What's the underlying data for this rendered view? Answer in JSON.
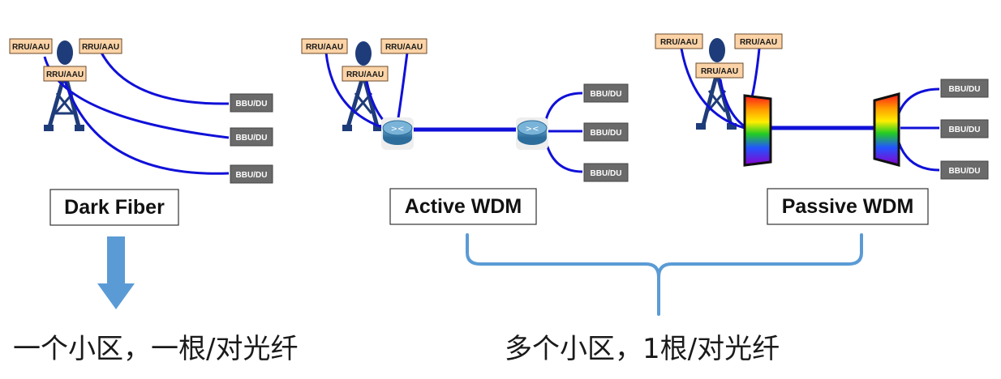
{
  "labels": {
    "rru": "RRU/AAU",
    "bbu": "BBU/DU"
  },
  "sections": {
    "dark_fiber": {
      "title": "Dark Fiber"
    },
    "active_wdm": {
      "title": "Active WDM"
    },
    "passive_wdm": {
      "title": "Passive WDM"
    }
  },
  "captions": {
    "left": "一个小区，一根/对光纤",
    "right": "多个小区，1根/对光纤"
  },
  "colors": {
    "fiber": "#1010d8",
    "tower": "#1f3c7a",
    "rru_fill": "#fbd3a6",
    "bbu_fill": "#6a6a6a",
    "arrow": "#5b9bd5",
    "brace": "#5b9bd5"
  }
}
